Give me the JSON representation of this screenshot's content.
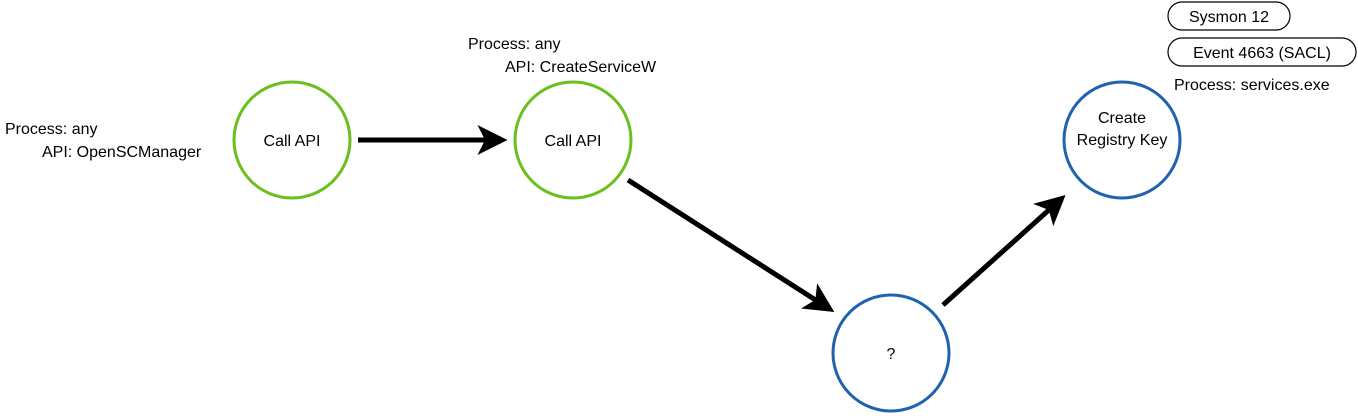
{
  "nodes": {
    "call_api_1": {
      "label": "Call API",
      "color": "#6bbf1f"
    },
    "call_api_2": {
      "label": "Call API",
      "color": "#6bbf1f"
    },
    "unknown": {
      "label": "?",
      "color": "#1f63b0"
    },
    "create_registry_key": {
      "line1": "Create",
      "line2": "Registry Key",
      "color": "#1f63b0"
    }
  },
  "annotations": {
    "node1": {
      "process": "Process: any",
      "api": "API: OpenSCManager"
    },
    "node2": {
      "process": "Process: any",
      "api": "API: CreateServiceW"
    },
    "node4": {
      "process": "Process: services.exe"
    }
  },
  "badges": {
    "sysmon": "Sysmon 12",
    "event": "Event 4663 (SACL)"
  },
  "edges": [
    {
      "from": "call_api_1",
      "to": "call_api_2"
    },
    {
      "from": "call_api_2",
      "to": "unknown"
    },
    {
      "from": "unknown",
      "to": "create_registry_key"
    }
  ]
}
